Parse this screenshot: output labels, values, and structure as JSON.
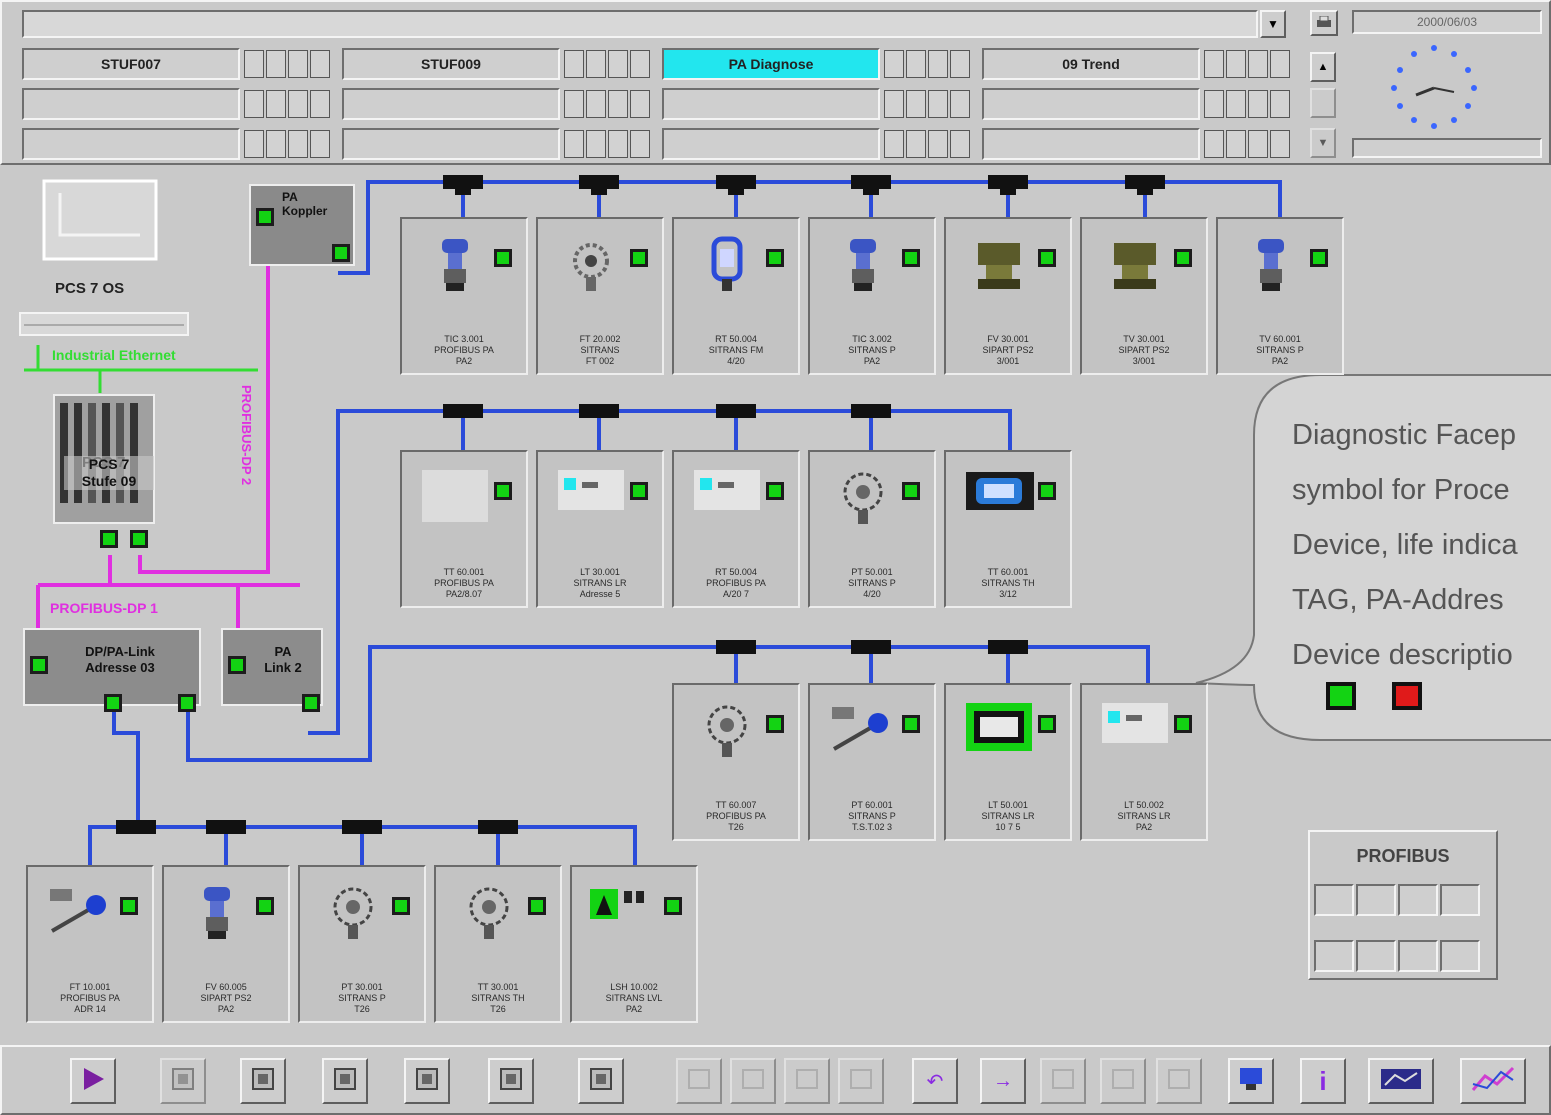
{
  "header": {
    "title_value": "",
    "clock_value": "2000/06/03",
    "grid": [
      [
        "STUF007",
        "STUF009",
        "PA Diagnose",
        "09 Trend"
      ],
      [
        "",
        "",
        "",
        ""
      ],
      [
        "",
        "",
        "",
        ""
      ]
    ]
  },
  "overview": {
    "pcs_label": "PCS 7 OS",
    "ethernet_label": "Industrial Ethernet",
    "profibus_dp_label": "PROFIBUS-DP 2",
    "profibus_dp1_label": "PROFIBUS-DP 1",
    "cpu_label": "PCS 7\nStufe 09",
    "pa_link_label": "PA\nKoppler",
    "dp_pa_left_label": "DP/PA-Link\nAdresse 03",
    "dp_pa_right_label": "PA\nLink 2"
  },
  "devices": [
    {
      "tag": "TIC 3.001\nPROFIBUS PA\nPA2"
    },
    {
      "tag": "FT 20.002\nSITRANS\nFT 002"
    },
    {
      "tag": "RT 50.004\nSITRANS FM\n4/20"
    },
    {
      "tag": "TIC 3.002\nSITRANS P\nPA2"
    },
    {
      "tag": "FV 30.001\nSIPART PS2\n3/001"
    },
    {
      "tag": "TV 30.001\nSIPART PS2\n3/001"
    },
    {
      "tag": "TV 60.001\nSITRANS P\nPA2"
    },
    {
      "tag": "TT 60.001\nPROFIBUS PA\nPA2/8.07"
    },
    {
      "tag": "LT 30.001\nSITRANS LR\nAdresse 5"
    },
    {
      "tag": "RT 50.004\nPROFIBUS PA\nA/20 7"
    },
    {
      "tag": "PT 50.001\nSITRANS P\n4/20"
    },
    {
      "tag": "TT 60.001\nSITRANS TH\n3/12"
    },
    {
      "tag": "TT 60.007\nPROFIBUS PA\nT26"
    },
    {
      "tag": "PT 60.001\nSITRANS P\nT.S.T.02 3"
    },
    {
      "tag": "LT 50.001\nSITRANS LR\n10 7 5"
    },
    {
      "tag": "LT 50.002\nSITRANS LR\nPA2"
    },
    {
      "tag": "FT 10.001\nPROFIBUS PA\nADR 14"
    },
    {
      "tag": "FV 60.005\nSIPART PS2\nPA2"
    },
    {
      "tag": "PT 30.001\nSITRANS P\nT26"
    },
    {
      "tag": "TT 30.001\nSITRANS TH\nT26"
    },
    {
      "tag": "LSH 10.002\nSITRANS LVL\nPA2"
    }
  ],
  "callout": {
    "lines": [
      "Diagnostic Facep",
      "symbol for Proce",
      "Device, life indica",
      "TAG, PA-Addres",
      "Device descriptio"
    ]
  },
  "profibus": {
    "label": "PROFIBUS"
  },
  "colors": {
    "bus": "#2b4bd9",
    "profibus_dp": "#e02fe0",
    "ethernet": "#33dd33",
    "lamp_ok": "#13d313",
    "lamp_fault": "#e01a1a",
    "highlight": "#22e6ee"
  },
  "toolbar": {
    "icons": [
      "play-icon",
      "window-icon",
      "note-icon",
      "camera-icon",
      "scope-icon",
      "tool-icon",
      "print-icon",
      "disabled-icon",
      "disabled-icon",
      "disabled-icon",
      "disabled-icon",
      "undo-icon",
      "exit-icon",
      "disabled-icon",
      "disabled-icon",
      "disabled-icon",
      "network-icon",
      "info-icon",
      "meter-icon",
      "trend-icon"
    ]
  }
}
